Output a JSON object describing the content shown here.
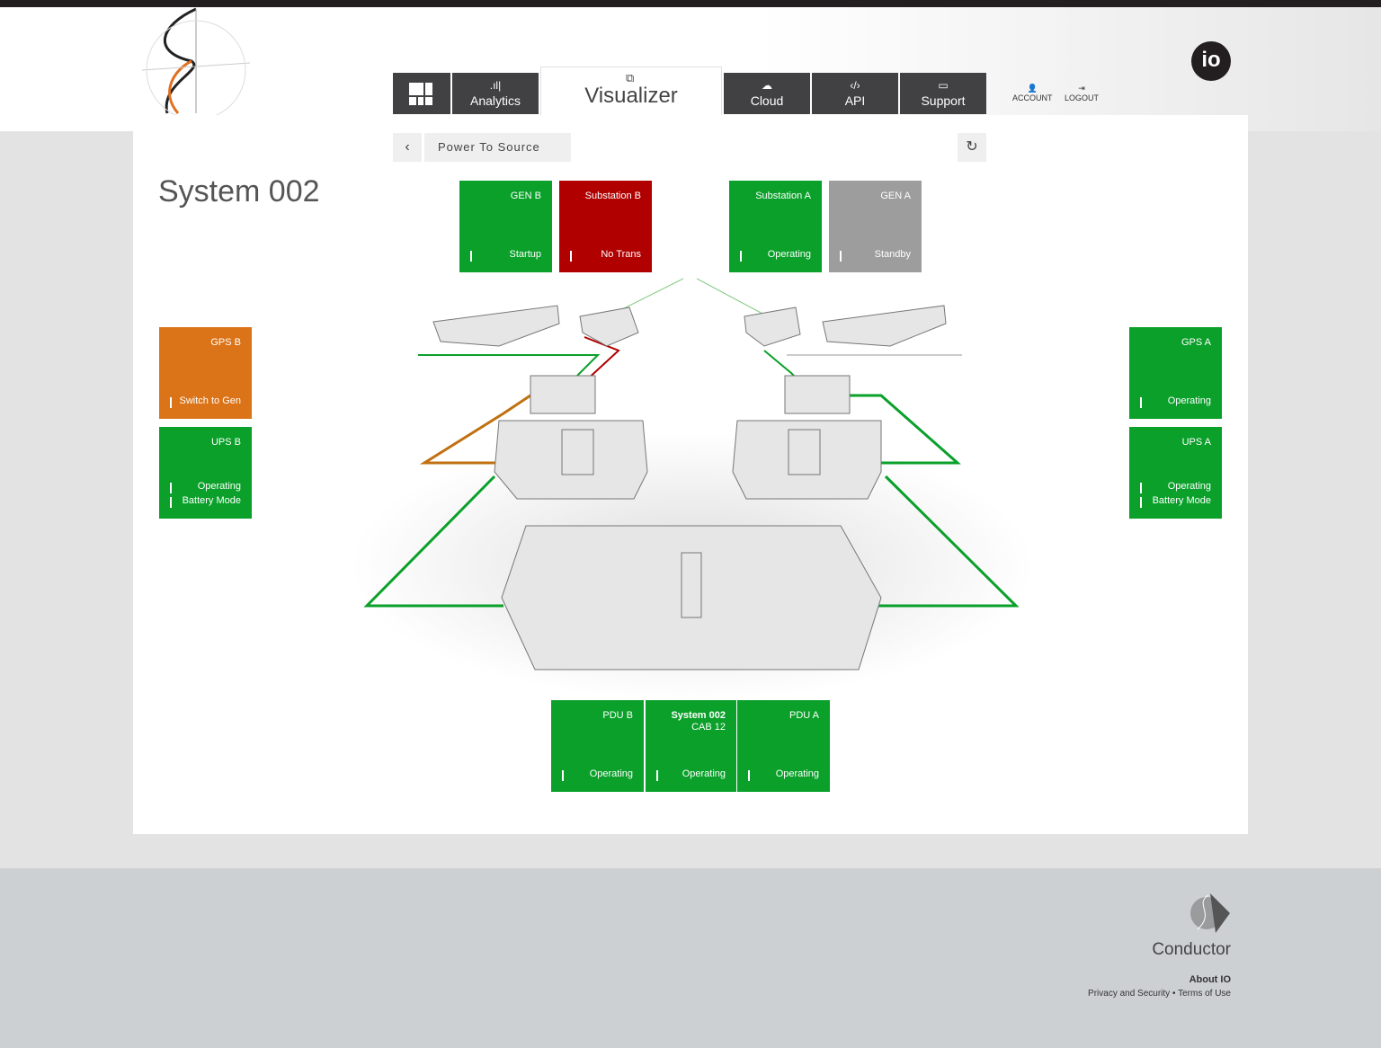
{
  "nav": {
    "analytics": "Analytics",
    "visualizer": "Visualizer",
    "cloud": "Cloud",
    "api": "API",
    "support": "Support",
    "account": "ACCOUNT",
    "logout": "LOGOUT",
    "brand_badge": "io"
  },
  "breadcrumb": {
    "title": "Power To Source"
  },
  "page_title": "System 002",
  "colors": {
    "operating": "#0aa02a",
    "fault": "#b00000",
    "warning": "#db7418",
    "standby": "#9d9d9d"
  },
  "tiles": {
    "gen_b": {
      "title": "GEN B",
      "status": "Startup"
    },
    "substation_b": {
      "title": "Substation B",
      "status": "No Trans"
    },
    "substation_a": {
      "title": "Substation A",
      "status": "Operating"
    },
    "gen_a": {
      "title": "GEN A",
      "status": "Standby"
    },
    "gps_b": {
      "title": "GPS B",
      "status": "Switch to Gen"
    },
    "ups_b": {
      "title": "UPS B",
      "status": "Operating",
      "status2": "Battery Mode"
    },
    "gps_a": {
      "title": "GPS A",
      "status": "Operating"
    },
    "ups_a": {
      "title": "UPS A",
      "status": "Operating",
      "status2": "Battery Mode"
    },
    "pdu_b": {
      "title": "PDU B",
      "status": "Operating"
    },
    "cab": {
      "title": "System 002",
      "title2": "CAB 12",
      "status": "Operating"
    },
    "pdu_a": {
      "title": "PDU A",
      "status": "Operating"
    }
  },
  "footer": {
    "brand": "Conductor",
    "about": "About IO",
    "privacy": "Privacy and Security",
    "sep": "•",
    "terms": "Terms of Use"
  }
}
